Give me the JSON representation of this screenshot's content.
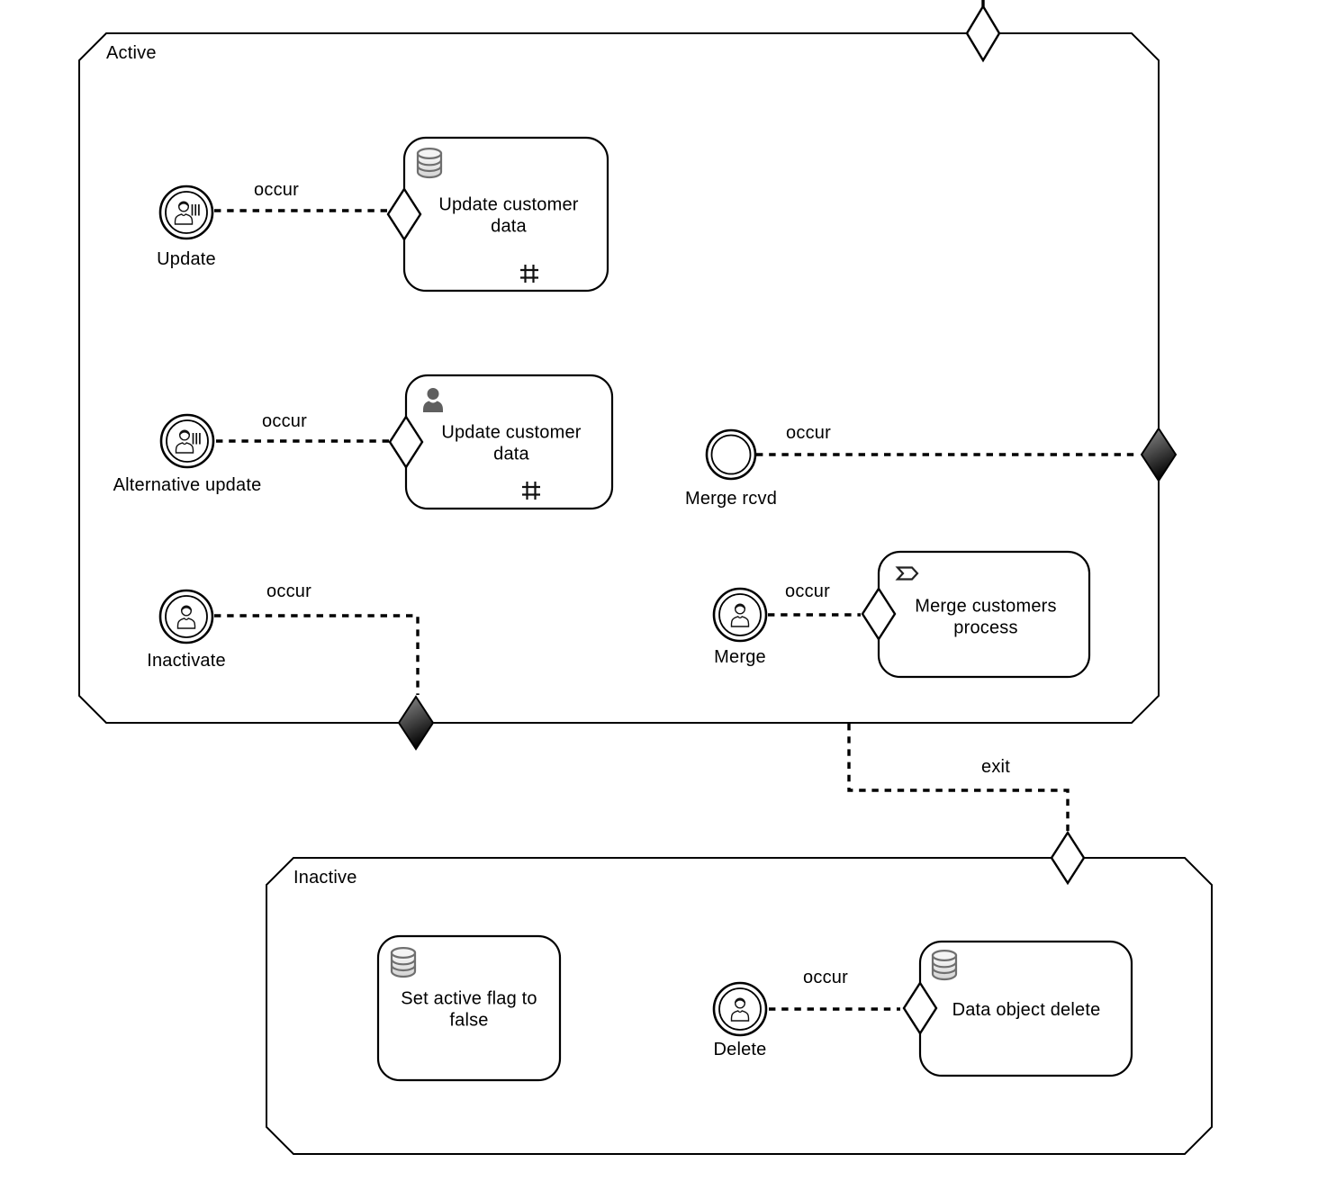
{
  "diagram": {
    "states": [
      {
        "label": "Active"
      },
      {
        "label": "Inactive"
      }
    ],
    "events": [
      {
        "label": "Update",
        "icon": "person-bars-icon"
      },
      {
        "label": "Alternative update",
        "icon": "person-bars-icon"
      },
      {
        "label": "Inactivate",
        "icon": "person-icon"
      },
      {
        "label": "Merge rcvd",
        "icon": "plain"
      },
      {
        "label": "Merge",
        "icon": "person-icon"
      },
      {
        "label": "Delete",
        "icon": "person-icon"
      }
    ],
    "tasks": [
      {
        "label": "Update customer data",
        "icon": "database-icon",
        "marker": "#"
      },
      {
        "label": "Update customer data",
        "icon": "person-icon",
        "marker": "#"
      },
      {
        "label": "Merge customers process",
        "icon": "process-arrow-icon",
        "marker": ""
      },
      {
        "label": "Set active flag to false",
        "icon": "database-icon",
        "marker": ""
      },
      {
        "label": "Data object delete",
        "icon": "database-icon",
        "marker": ""
      }
    ],
    "edges": [
      {
        "label": "occur",
        "from": "Update",
        "to": "Update customer data"
      },
      {
        "label": "occur",
        "from": "Alternative update",
        "to": "Update customer data"
      },
      {
        "label": "occur",
        "from": "Merge rcvd",
        "to": "active-right-gateway"
      },
      {
        "label": "occur",
        "from": "Inactivate",
        "to": "active-bottom-gateway"
      },
      {
        "label": "occur",
        "from": "Merge",
        "to": "Merge customers process"
      },
      {
        "label": "exit",
        "from": "Active",
        "to": "Inactive"
      },
      {
        "label": "occur",
        "from": "Delete",
        "to": "Data object delete"
      }
    ],
    "colors": {
      "stroke": "#000000",
      "background": "#ffffff",
      "gateway_gradient_top": "#8f8f8f",
      "gateway_gradient_bottom": "#050505",
      "task_icon_gray": "#5f5f5f",
      "database_icon_stroke": "#6f6f6f"
    }
  }
}
